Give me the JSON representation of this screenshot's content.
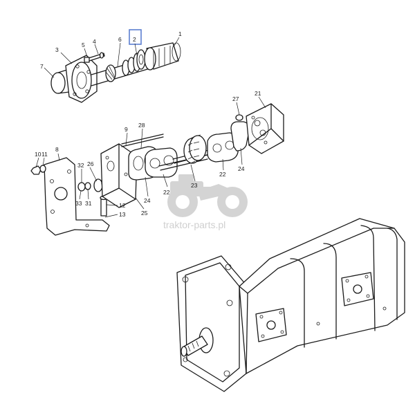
{
  "diagram": {
    "highlight_color": "#5b7fd0",
    "watermark_text": "traktor-parts.pl",
    "callouts": [
      "1",
      "2",
      "3",
      "4",
      "5",
      "6",
      "7",
      "8",
      "9",
      "10",
      "11",
      "12",
      "13",
      "21",
      "22",
      "22",
      "23",
      "24",
      "24",
      "25",
      "26",
      "27",
      "28",
      "31",
      "32",
      "33"
    ]
  }
}
